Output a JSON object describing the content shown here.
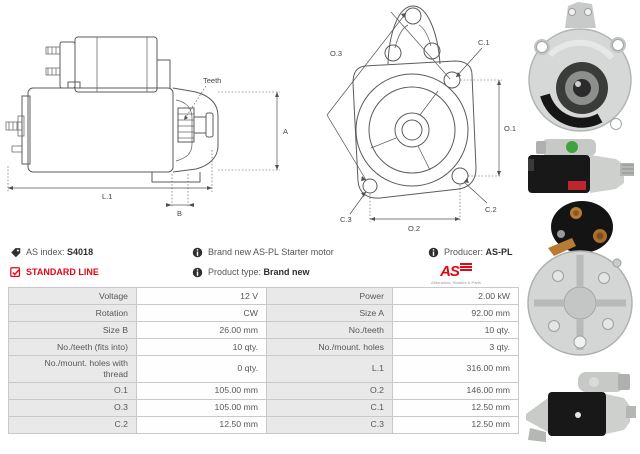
{
  "colors": {
    "accent_red": "#e30613",
    "table_label_bg": "#e9e9e9",
    "table_border": "#c9c9c9",
    "drawing_line": "#5b5b5d"
  },
  "drawings": {
    "side_view": {
      "labels": {
        "teeth": "Teeth",
        "a": "A",
        "l1": "L.1",
        "b": "B"
      }
    },
    "front_view": {
      "labels": {
        "o3": "O.3",
        "c1": "C.1",
        "o1": "O.1",
        "c2": "C.2",
        "c3": "C.3",
        "o2": "O.2"
      }
    }
  },
  "info": {
    "as_index_label": "AS index:",
    "as_index_value": "S4018",
    "standard_line": "STANDARD LINE",
    "brand_new_text": "Brand new AS-PL Starter motor",
    "product_type_label": "Product type:",
    "product_type_value": "Brand new",
    "producer_label": "Producer:",
    "producer_value": "AS-PL",
    "logo_text": "AS",
    "logo_subtext": "Alternators, Starters & Parts"
  },
  "table": {
    "rows": [
      {
        "l1": "Voltage",
        "v1": "12 V",
        "l2": "Power",
        "v2": "2.00 kW"
      },
      {
        "l1": "Rotation",
        "v1": "CW",
        "l2": "Size A",
        "v2": "92.00 mm"
      },
      {
        "l1": "Size B",
        "v1": "26.00 mm",
        "l2": "No./teeth",
        "v2": "10 qty."
      },
      {
        "l1": "No./teeth (fits into)",
        "v1": "10 qty.",
        "l2": "No./mount. holes",
        "v2": "3 qty."
      },
      {
        "l1": "No./mount. holes with thread",
        "v1": "0 qty.",
        "l2": "L.1",
        "v2": "316.00 mm"
      },
      {
        "l1": "O.1",
        "v1": "105.00 mm",
        "l2": "O.2",
        "v2": "146.00 mm"
      },
      {
        "l1": "O.3",
        "v1": "105.00 mm",
        "l2": "C.1",
        "v2": "12.50 mm"
      },
      {
        "l1": "C.2",
        "v1": "12.50 mm",
        "l2": "C.3",
        "v2": "12.50 mm"
      }
    ]
  },
  "photos": {
    "items": [
      {
        "name": "starter-front-flange-photo"
      },
      {
        "name": "starter-side-photo"
      },
      {
        "name": "starter-rear-bracket-photo"
      },
      {
        "name": "starter-side-photo-2"
      }
    ]
  }
}
